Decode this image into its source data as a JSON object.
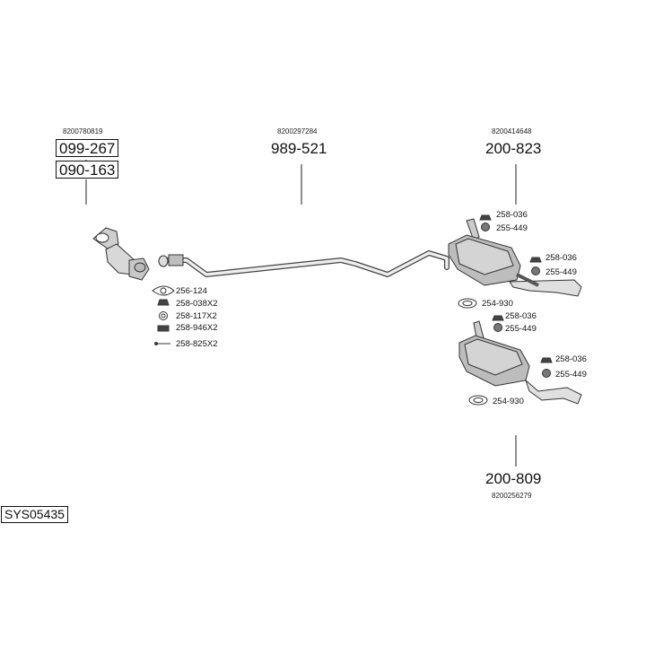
{
  "groups": {
    "front": {
      "oe": "8200780819",
      "primary": "099-267",
      "secondary": "090-163"
    },
    "middle": {
      "oe": "8200297284",
      "primary": "989-521"
    },
    "rear_upper": {
      "oe": "8200414648",
      "primary": "200-823"
    },
    "rear_lower": {
      "oe": "8200256279",
      "primary": "200-809"
    }
  },
  "hardware": {
    "front": [
      "256-124",
      "258-038X2",
      "258-117X2",
      "258-946X2",
      "258-825X2"
    ],
    "upper_top": [
      "258-036",
      "255-449"
    ],
    "upper_side": [
      "258-036",
      "255-449"
    ],
    "upper_clamp": "254-930",
    "lower_top": [
      "258-036",
      "255-449"
    ],
    "lower_side": [
      "258-036",
      "255-449"
    ],
    "lower_clamp": "254-930"
  },
  "system_code": "SYS05435",
  "icons": [
    "catalytic-converter-icon",
    "exhaust-pipe-icon",
    "muffler-icon",
    "gasket-icon",
    "rubber-mount-icon",
    "clamp-icon",
    "bolt-icon"
  ]
}
